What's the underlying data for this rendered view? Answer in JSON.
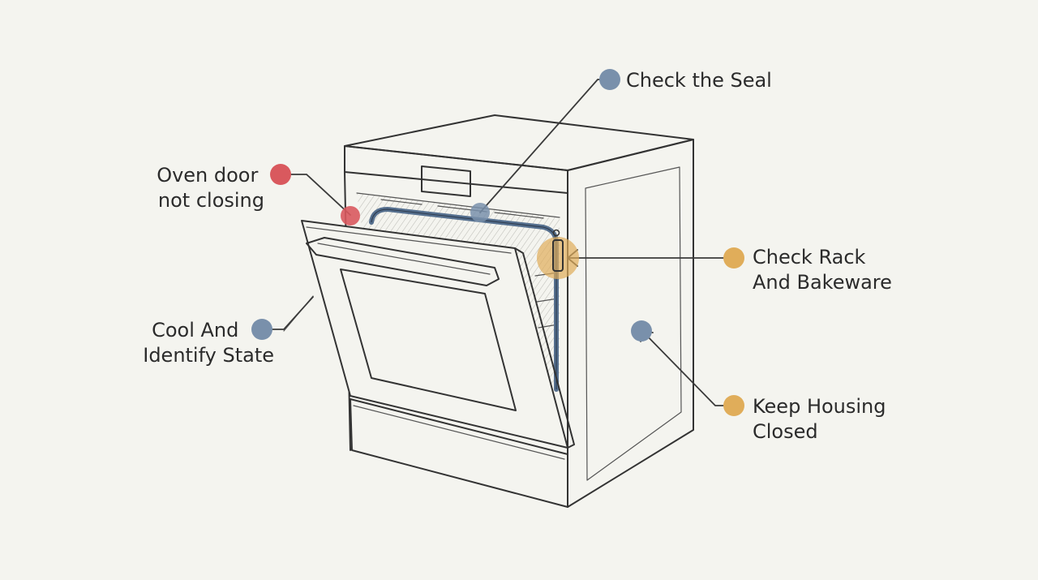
{
  "colors": {
    "background": "#f4f4ef",
    "red_dot": "#d9595e",
    "blue_dot": "#7990ab",
    "orange_dot": "#e0ad5a",
    "seal": "#56708f",
    "ink": "#333333"
  },
  "callouts": {
    "check_seal": {
      "lines": [
        "Check the Seal"
      ],
      "color": "blue"
    },
    "door_not_closing": {
      "lines": [
        "Oven door",
        "not closing"
      ],
      "color": "red"
    },
    "rack_bakeware": {
      "lines": [
        "Check Rack",
        "And Bakeware"
      ],
      "color": "orange"
    },
    "cool_identify": {
      "lines": [
        "Cool And",
        "Identify State"
      ],
      "color": "blue"
    },
    "housing_closed": {
      "lines": [
        "Keep Housing",
        "Closed"
      ],
      "color": "orange"
    }
  }
}
